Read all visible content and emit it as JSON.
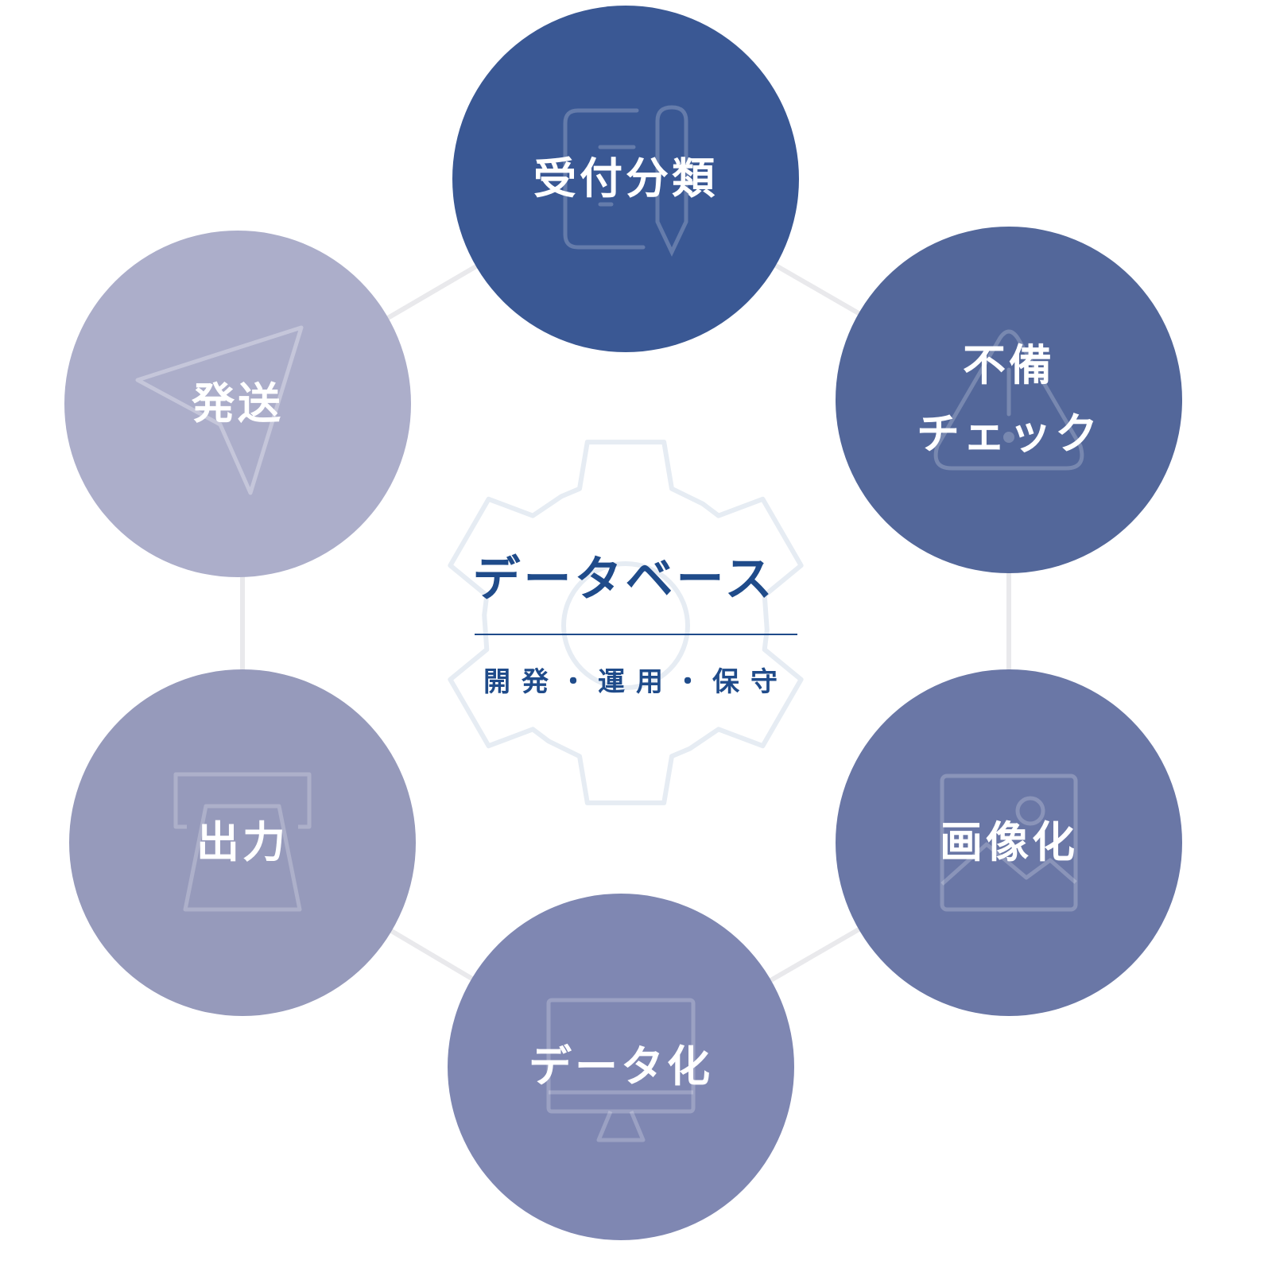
{
  "center": {
    "title": "データベース",
    "subtitle": "開発・運用・保守"
  },
  "nodes": [
    {
      "label": "受付分類",
      "icon": "document-pen-icon",
      "color": "#3a5894"
    },
    {
      "label": "不備\nチェック",
      "icon": "warning-triangle-icon",
      "color": "#53679a"
    },
    {
      "label": "画像化",
      "icon": "image-icon",
      "color": "#6a77a6"
    },
    {
      "label": "データ化",
      "icon": "monitor-icon",
      "color": "#7f87b2"
    },
    {
      "label": "出力",
      "icon": "printer-icon",
      "color": "#969abb"
    },
    {
      "label": "発送",
      "icon": "paper-plane-icon",
      "color": "#acaeca"
    }
  ],
  "colors": {
    "connector": "#e9e9ec",
    "gear": "#e6ecf3",
    "accent": "#1f4b8a"
  }
}
